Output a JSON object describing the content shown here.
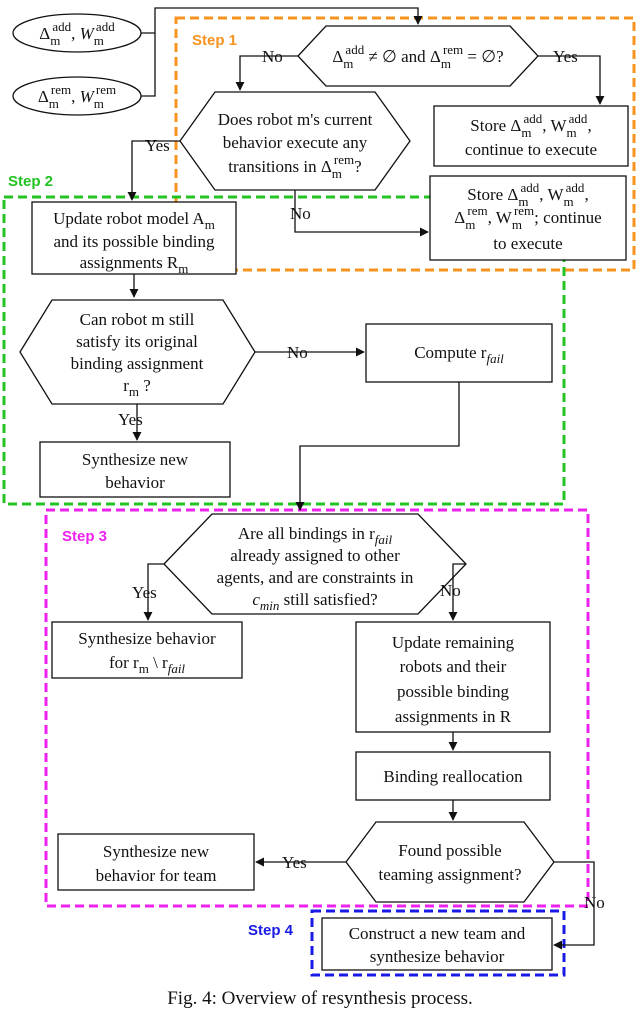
{
  "inputs": {
    "add": {
      "delta": "Δ",
      "sub": "m",
      "sup": "add",
      "w": "W",
      "w_sub": "m",
      "w_sup": "add"
    },
    "rem": {
      "delta": "Δ",
      "sub": "m",
      "sup": "rem",
      "w": "W",
      "w_sub": "m",
      "w_sup": "rem"
    }
  },
  "steps": {
    "step1": {
      "label": "Step 1",
      "color": "#f7931e"
    },
    "step2": {
      "label": "Step 2",
      "color": "#22c322"
    },
    "step3": {
      "label": "Step 3",
      "color": "#ee22ee"
    },
    "step4": {
      "label": "Step 4",
      "color": "#1a1ae6"
    }
  },
  "nodes": {
    "d1": {
      "l1a": "Δ",
      "l1b": "m",
      "l1c": "add",
      "l1d": " ≠ ∅ and Δ",
      "l1e": "m",
      "l1f": "rem",
      "l1g": " = ∅?"
    },
    "d2": {
      "line1": "Does robot m's current",
      "line2": "behavior execute any",
      "line3a": "transitions in Δ",
      "line3b": "m",
      "line3c": "rem",
      "line3d": "?"
    },
    "b_store1": {
      "line1a": "Store Δ",
      "line1b": "m",
      "line1c": "add",
      "line1d": ", W",
      "line1e": "m",
      "line1f": "add",
      "line1g": ",",
      "line2": "continue to execute"
    },
    "b_store2": {
      "line1a": "Store Δ",
      "line1b": "m",
      "line1c": "add",
      "line1d": ", W",
      "line1e": "m",
      "line1f": "add",
      "line1g": ",",
      "line2a": "Δ",
      "line2b": "m",
      "line2c": "rem",
      "line2d": ", W",
      "line2e": "m",
      "line2f": "rem",
      "line2g": "; continue",
      "line3": "to execute"
    },
    "b_update_model": {
      "line1a": "Update robot model A",
      "line1b": "m",
      "line2": "and its possible binding",
      "line3a": "assignments R",
      "line3b": "m"
    },
    "d3": {
      "line1": "Can robot m still",
      "line2": "satisfy its original",
      "line3": "binding assignment",
      "line4a": "r",
      "line4b": "m",
      "line4c": " ?"
    },
    "b_compute": {
      "line1a": "Compute r",
      "line1b": "fail"
    },
    "b_synth1": {
      "line1": "Synthesize new",
      "line2": "behavior"
    },
    "d4": {
      "line1a": "Are all bindings in r",
      "line1b": "fail",
      "line2": "already assigned to other",
      "line3": "agents, and are constraints in",
      "line4a": "c",
      "line4b": "min",
      "line4c": " still satisfied?"
    },
    "b_synth_rm": {
      "line1": "Synthesize behavior",
      "line2a": "for r",
      "line2b": "m",
      "line2c": " \\ r",
      "line2d": "fail"
    },
    "b_update_remaining": {
      "line1": "Update remaining",
      "line2": "robots and their",
      "line3": "possible binding",
      "line4a": "assignments in R"
    },
    "b_realloc": {
      "line1": "Binding reallocation"
    },
    "d5": {
      "line1": "Found possible",
      "line2": "teaming assignment?"
    },
    "b_synth_team": {
      "line1": "Synthesize new",
      "line2": "behavior for team"
    },
    "b_new_team": {
      "line1": "Construct a new team and",
      "line2": "synthesize behavior"
    }
  },
  "edge_labels": {
    "d1_no": "No",
    "d1_yes": "Yes",
    "d2_yes": "Yes",
    "d2_no": "No",
    "d3_no": "No",
    "d3_yes": "Yes",
    "d4_yes": "Yes",
    "d4_no": "No",
    "d5_yes": "Yes",
    "d5_no": "No"
  },
  "caption": "Fig. 4: Overview of resynthesis process."
}
